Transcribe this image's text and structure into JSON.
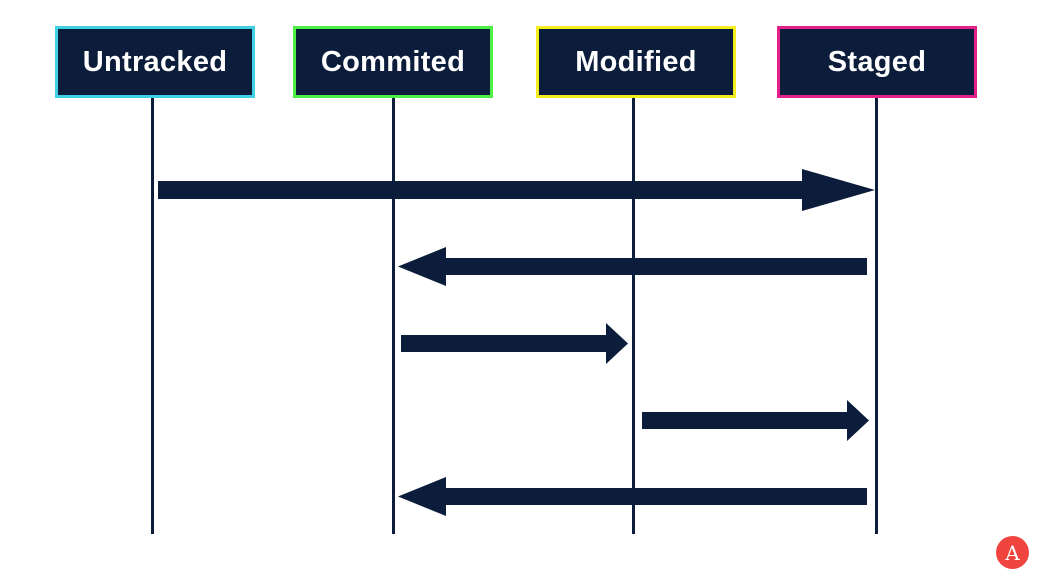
{
  "states": [
    {
      "key": "untracked",
      "label": "Untracked",
      "border_color": "#3fd0e6"
    },
    {
      "key": "commited",
      "label": "Commited",
      "border_color": "#4ff046"
    },
    {
      "key": "modified",
      "label": "Modified",
      "border_color": "#f3ec1e"
    },
    {
      "key": "staged",
      "label": "Staged",
      "border_color": "#e4218b"
    }
  ],
  "transitions": [
    {
      "from": "untracked",
      "to": "staged"
    },
    {
      "from": "staged",
      "to": "commited"
    },
    {
      "from": "commited",
      "to": "modified"
    },
    {
      "from": "modified",
      "to": "staged"
    },
    {
      "from": "staged",
      "to": "commited"
    }
  ],
  "colors": {
    "box_fill": "#0b1d3a",
    "label_text": "#ffffff",
    "lifeline": "#0b1d3a",
    "arrow": "#0b1d3a",
    "logo_fill": "#f0443f"
  },
  "logo": {
    "glyph": "A",
    "icon": "brand-logo-icon"
  }
}
